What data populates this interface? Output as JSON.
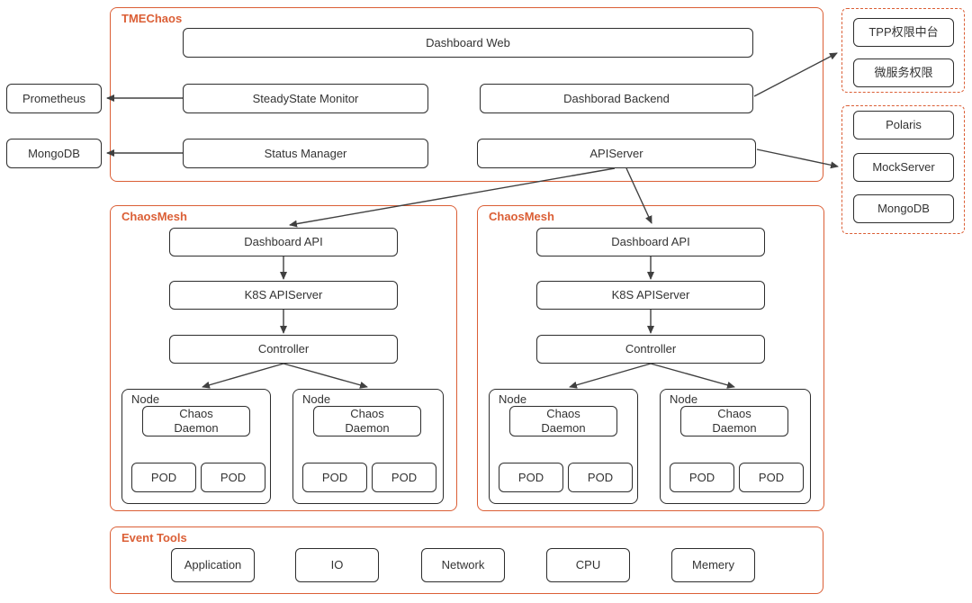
{
  "colors": {
    "accent": "#db5f36",
    "line": "#404040",
    "box_border": "#2d2d2d",
    "text": "#333333"
  },
  "tmechaos": {
    "label": "TMEChaos",
    "dashboard_web": "Dashboard Web",
    "steadystate_monitor": "SteadyState Monitor",
    "dashborad_backend": "Dashborad Backend",
    "status_manager": "Status Manager",
    "apiserver": "APIServer"
  },
  "external": {
    "prometheus": "Prometheus",
    "mongodb": "MongoDB"
  },
  "auth_group": {
    "items": [
      "TPP权限中台",
      "微服务权限"
    ]
  },
  "service_group": {
    "items": [
      "Polaris",
      "MockServer",
      "MongoDB"
    ]
  },
  "chaosmesh": {
    "label": "ChaosMesh",
    "dashboard_api": "Dashboard API",
    "k8s_apiserver": "K8S APIServer",
    "controller": "Controller",
    "node_label": "Node",
    "chaos_daemon": "Chaos Daemon",
    "pod": "POD"
  },
  "event_tools": {
    "label": "Event Tools",
    "items": [
      "Application",
      "IO",
      "Network",
      "CPU",
      "Memery"
    ]
  }
}
